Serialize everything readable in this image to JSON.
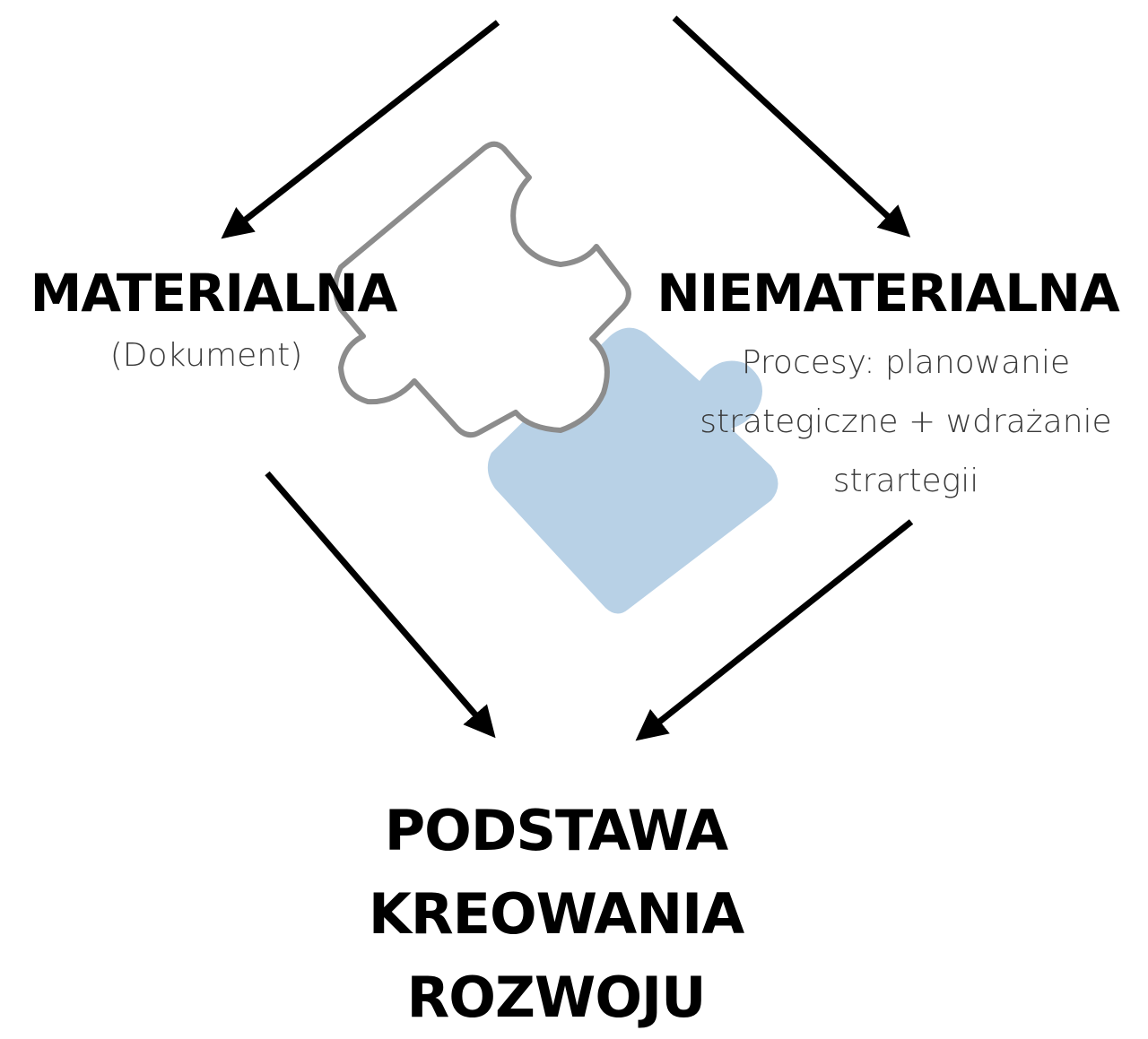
{
  "left": {
    "title": "MATERIALNA",
    "subtitle": "(Dokument)"
  },
  "right": {
    "title": "NIEMATERIALNA",
    "subtitle_lines": [
      "Procesy:  planowanie",
      "strategiczne + wdrażanie",
      "strartegii"
    ]
  },
  "bottom": {
    "title_lines": [
      "PODSTAWA",
      "KREOWANIA",
      "ROZWOJU"
    ]
  },
  "icons": {
    "puzzle_outline": "puzzle-piece-outline",
    "puzzle_filled": "puzzle-piece-filled"
  },
  "colors": {
    "arrow": "#000000",
    "puzzle_outline": "#8c8c8c",
    "puzzle_fill": "#b8d1e6"
  }
}
